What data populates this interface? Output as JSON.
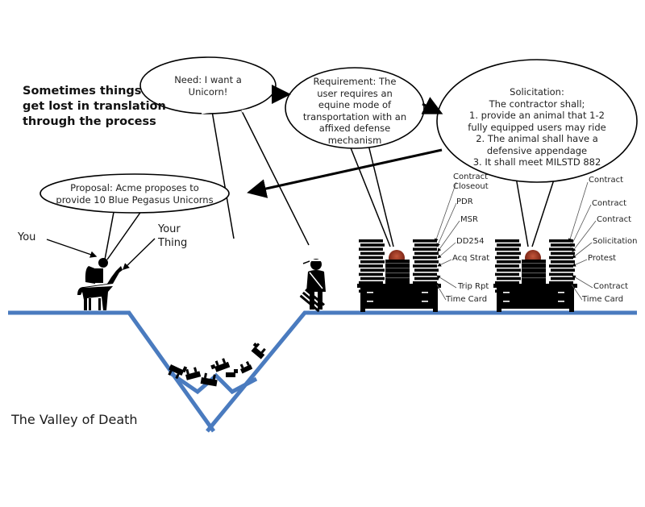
{
  "headline": [
    "Sometimes things",
    "get lost in translation",
    "through the process"
  ],
  "bubbles": {
    "need": [
      "Need: I want a",
      "Unicorn!"
    ],
    "requirement": [
      "Requirement: The",
      "user requires an",
      "equine mode of",
      "transportation with an",
      "affixed defense",
      "mechanism"
    ],
    "solicitation": [
      "Solicitation:",
      "The contractor shall;",
      "1. provide an animal that 1-2",
      "fully equipped users may ride",
      "2. The animal shall have a",
      "defensive appendage",
      "3. It shall meet MILSTD 882"
    ],
    "proposal": [
      "Proposal: Acme proposes to",
      "provide 10 Blue Pegasus Unicorns"
    ]
  },
  "figures": {
    "you_label": "You",
    "thing_label": [
      "Your",
      "Thing"
    ]
  },
  "desk1_labels": [
    "Contract",
    "Closeout",
    "PDR",
    "MSR",
    "DD254",
    "Acq Strat",
    "Trip Rpt",
    "Time Card"
  ],
  "desk2_labels": [
    "Contract",
    "Contract",
    "Contract",
    "Solicitation",
    "Protest",
    "Contract",
    "Time Card"
  ],
  "valley_label": "The Valley of Death",
  "colors": {
    "ground": "#4a7bbf",
    "ink": "#000000",
    "helmet": "#8b2a1a"
  }
}
